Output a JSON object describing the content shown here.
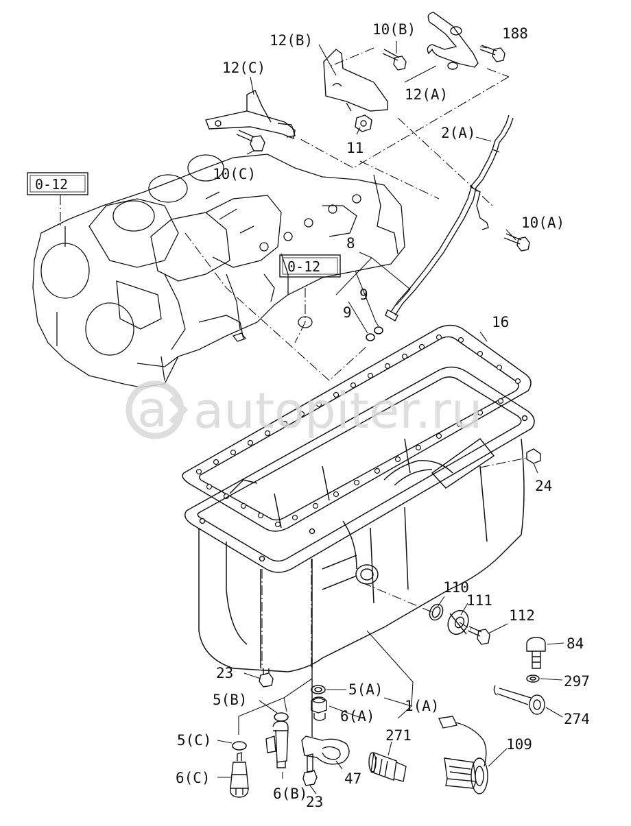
{
  "labels": {
    "p12B": "12(B)",
    "p10B": "10(B)",
    "p188": "188",
    "p12C": "12(C)",
    "p12A": "12(A)",
    "p11": "11",
    "p2A": "2(A)",
    "p10C": "10(C)",
    "p10A": "10(A)",
    "p8": "8",
    "p9a": "9",
    "p9b": "9",
    "p16": "16",
    "p24": "24",
    "p110": "110",
    "p111": "111",
    "p112": "112",
    "p84": "84",
    "p297": "297",
    "p274": "274",
    "p23a": "23",
    "p5A": "5(A)",
    "p5B": "5(B)",
    "p6A": "6(A)",
    "p1A": "1(A)",
    "p5C": "5(C)",
    "p271": "271",
    "p109": "109",
    "p6C": "6(C)",
    "p6B": "6(B)",
    "p47": "47",
    "p23b": "23"
  },
  "references": {
    "ref1": "0-12",
    "ref2": "0-12"
  },
  "watermark": "autopiter.ru",
  "colors": {
    "line": "#111111",
    "watermark": "#d9d9d9"
  }
}
